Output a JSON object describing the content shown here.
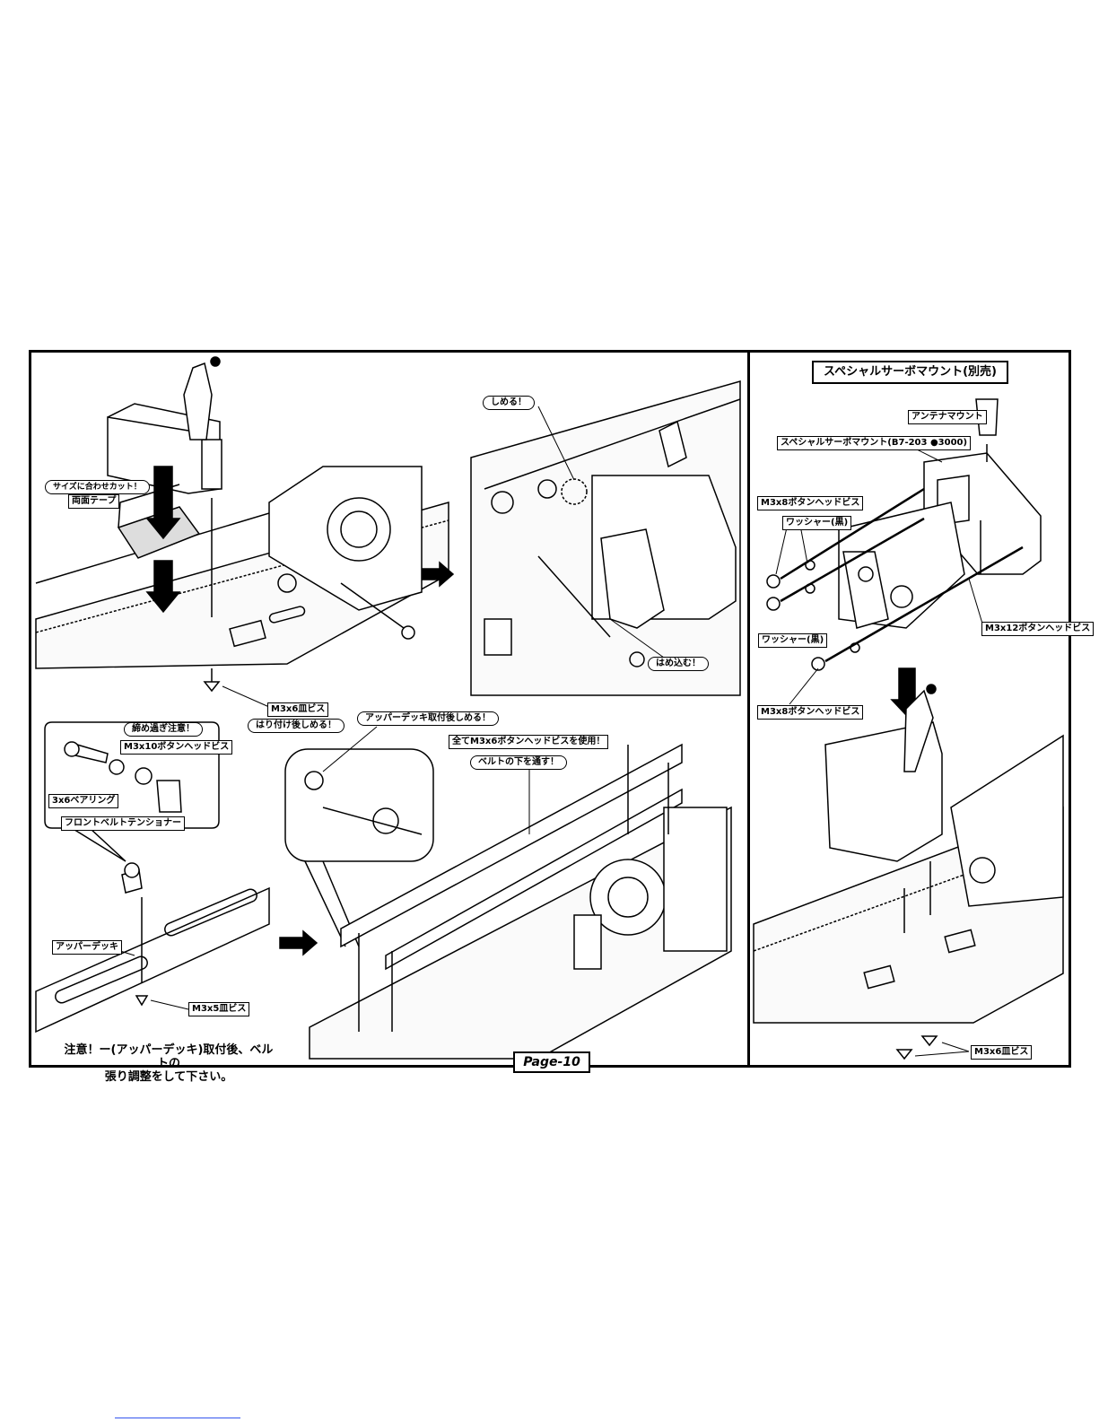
{
  "labels": {
    "size_cut": "サイズに合わせカット！",
    "double_tape": "両面テープ",
    "shimeru": "しめる！",
    "hamekomu": "はめ込む！",
    "m3x6_sara": "M3x6皿ビス",
    "haritsuke": "はり付け後しめる！",
    "upper_deck_after": "アッパーデッキ取付後しめる！",
    "all_m3x6": "全てM3x6ボタンヘッドビスを使用！",
    "belt_under": "ベルトの下を通す！",
    "overtighten": "締め過ぎ注意！",
    "m3x10": "M3x10ボタンヘッドビス",
    "bearing": "3x6ベアリング",
    "tensioner": "フロントベルトテンショナー",
    "upper_deck": "アッパーデッキ",
    "m3x5_sara": "M3x5皿ビス",
    "antenna_mount": "アンテナマウント",
    "special_servo_mount_part": "スペシャルサーボマウント(B7-203 ●3000)",
    "m3x8_a": "M3x8ボタンヘッドビス",
    "washer_a": "ワッシャー(黒)",
    "washer_b": "ワッシャー(黒)",
    "m3x12": "M3x12ボタンヘッドビス",
    "m3x8_b": "M3x8ボタンヘッドビス",
    "m3x6_sara_b": "M3x6皿ビス"
  },
  "title": "スペシャルサーボマウント(別売)",
  "note_line1": "注意！ー(アッパーデッキ)取付後、ベルトの",
  "note_line2": "張り調整をして下さい。",
  "page_label": "Page-10"
}
